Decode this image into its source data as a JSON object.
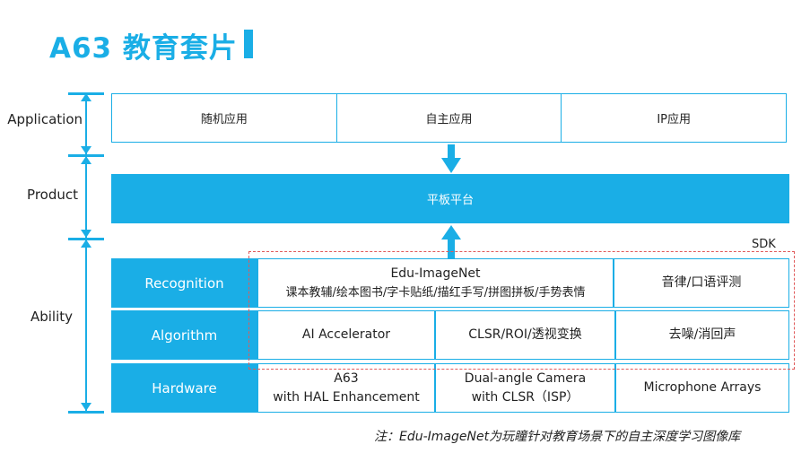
{
  "title": "A63 教育套片",
  "layers": {
    "application": "Application",
    "product": "Product",
    "ability": "Ability"
  },
  "application": {
    "items": [
      "随机应用",
      "自主应用",
      "IP应用"
    ]
  },
  "product": {
    "platform": "平板平台"
  },
  "sdk": {
    "label": "SDK"
  },
  "ability": {
    "rows": [
      {
        "head": "Recognition",
        "cells": [
          {
            "line1": "Edu-ImageNet",
            "line2": "课本教辅/绘本图书/字卡贴纸/描红手写/拼图拼板/手势表情"
          },
          {
            "line1": "音律/口语评测",
            "line2": ""
          }
        ]
      },
      {
        "head": "Algorithm",
        "cells": [
          {
            "line1": "AI Accelerator",
            "line2": ""
          },
          {
            "line1": "CLSR/ROI/透视变换",
            "line2": ""
          },
          {
            "line1": "去噪/消回声",
            "line2": ""
          }
        ]
      },
      {
        "head": "Hardware",
        "cells": [
          {
            "line1": "A63",
            "line2": "with HAL Enhancement"
          },
          {
            "line1": "Dual-angle Camera",
            "line2": "with CLSR（ISP）"
          },
          {
            "line1": "Microphone Arrays",
            "line2": ""
          }
        ]
      }
    ]
  },
  "note": "注：Edu-ImageNet为玩瞳针对教育场景下的自主深度学习图像库",
  "colors": {
    "accent": "#1aaee6",
    "sdk_border": "#e05a5a"
  }
}
